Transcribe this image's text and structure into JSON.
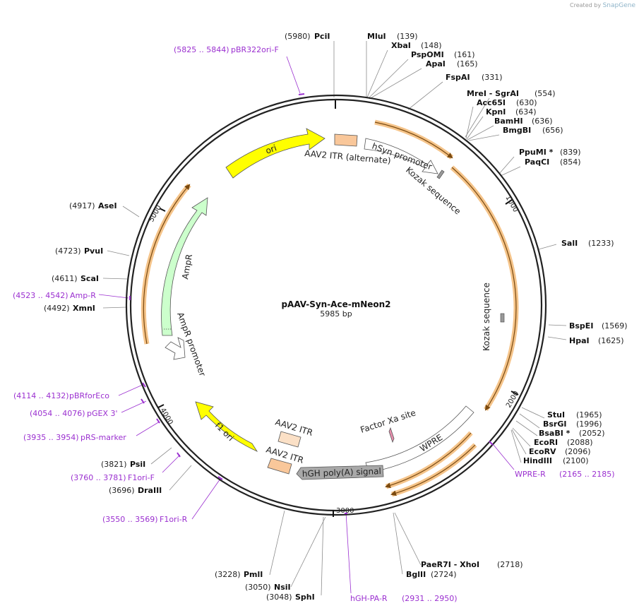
{
  "credit": {
    "prefix": "Created by",
    "brand": "SnapGene"
  },
  "plasmid": {
    "name": "pAAV-Syn-Ace-mNeon2",
    "size": "5985 bp"
  },
  "ticks": [
    "1000",
    "2000",
    "3000",
    "4000",
    "5000"
  ],
  "sites": [
    {
      "num": "(5980)",
      "name": "PciI"
    },
    {
      "name": "MluI",
      "num": "(139)"
    },
    {
      "name": "XbaI",
      "num": "(148)"
    },
    {
      "name": "PspOMI",
      "num": "(161)"
    },
    {
      "name": "ApaI",
      "num": "(165)"
    },
    {
      "name": "FspAI",
      "num": "(331)"
    },
    {
      "name": "MreI - SgrAI",
      "num": "(554)"
    },
    {
      "name": "Acc65I",
      "num": "(630)"
    },
    {
      "name": "KpnI",
      "num": "(634)"
    },
    {
      "name": "BamHI",
      "num": "(636)"
    },
    {
      "name": "BmgBI",
      "num": "(656)"
    },
    {
      "name": "PpuMI *",
      "num": "(839)"
    },
    {
      "name": "PaqCI",
      "num": "(854)"
    },
    {
      "name": "SalI",
      "num": "(1233)"
    },
    {
      "name": "BspEI",
      "num": "(1569)"
    },
    {
      "name": "HpaI",
      "num": "(1625)"
    },
    {
      "name": "StuI",
      "num": "(1965)"
    },
    {
      "name": "BsrGI",
      "num": "(1996)"
    },
    {
      "name": "BsaBI *",
      "num": "(2052)"
    },
    {
      "name": "EcoRI",
      "num": "(2088)"
    },
    {
      "name": "EcoRV",
      "num": "(2096)"
    },
    {
      "name": "HindIII",
      "num": "(2100)"
    },
    {
      "name": "PaeR7I - XhoI",
      "num": "(2718)"
    },
    {
      "name": "BglII",
      "num": "(2724)"
    },
    {
      "num": "(3228)",
      "name": "PmlI"
    },
    {
      "num": "(3050)",
      "name": "NsiI"
    },
    {
      "num": "(3048)",
      "name": "SphI"
    },
    {
      "num": "(3821)",
      "name": "PsiI"
    },
    {
      "num": "(3696)",
      "name": "DraIII"
    },
    {
      "num": "(4917)",
      "name": "AseI"
    },
    {
      "num": "(4723)",
      "name": "PvuI"
    },
    {
      "num": "(4611)",
      "name": "ScaI"
    },
    {
      "num": "(4492)",
      "name": "XmnI"
    }
  ],
  "primers": [
    {
      "range": "(5825 .. 5844)",
      "name": "pBR322ori-F"
    },
    {
      "name": "WPRE-R",
      "range": "(2165 .. 2185)"
    },
    {
      "name": "hGH-PA-R",
      "range": "(2931 .. 2950)"
    },
    {
      "range": "(3550 .. 3569)",
      "name": "F1ori-R"
    },
    {
      "range": "(3760 .. 3781)",
      "name": "F1ori-F"
    },
    {
      "range": "(3935 .. 3954)",
      "name": "pRS-marker"
    },
    {
      "range": "(4054 .. 4076)",
      "name": "pGEX 3'"
    },
    {
      "range": "(4114 .. 4132)",
      "name": "pBRforEco"
    },
    {
      "range": "(4523 .. 4542)",
      "name": "Amp-R"
    }
  ],
  "features": [
    {
      "name": "ori",
      "color": "#ffff00"
    },
    {
      "name": "AAV2 ITR (alternate)",
      "color": "#f9c79a"
    },
    {
      "name": "hSyn promoter",
      "color": "#ffffff"
    },
    {
      "name": "Kozak sequence",
      "color": "#999999"
    },
    {
      "name": "Kozak sequence",
      "color": "#999999"
    },
    {
      "name": "Factor Xa site",
      "color": "#e88fae"
    },
    {
      "name": "WPRE",
      "color": "#ffffff"
    },
    {
      "name": "hGH poly(A) signal",
      "color": "#a8a8a8"
    },
    {
      "name": "AAV2 ITR",
      "color": "#f9c79a"
    },
    {
      "name": "AAV2 ITR",
      "color": "#fbe0c6"
    },
    {
      "name": "f1 ori",
      "color": "#ffff00"
    },
    {
      "name": "AmpR promoter",
      "color": "#ffffff"
    },
    {
      "name": "AmpR",
      "color": "#ccffcc"
    }
  ],
  "orf_color": "#f5c48a"
}
